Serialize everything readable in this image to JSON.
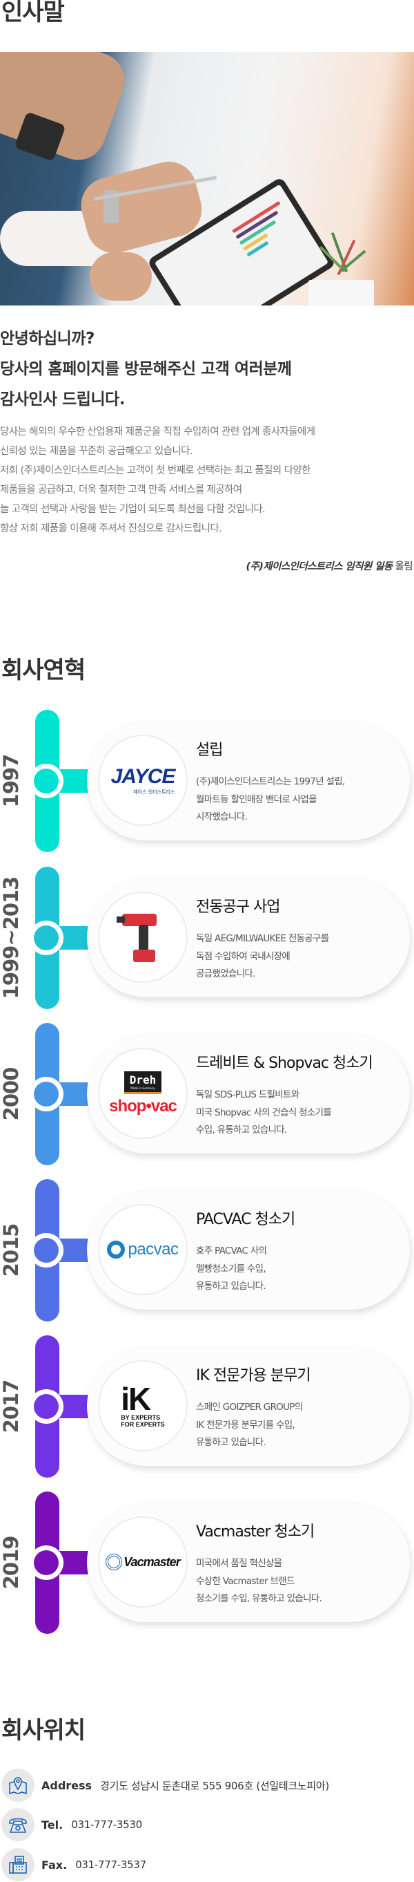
{
  "greeting": {
    "title": "인사말",
    "heading": [
      "안녕하십니까?",
      "당사의 홈페이지를 방문해주신 고객 여러분께",
      "감사인사 드립니다."
    ],
    "paragraph": [
      "당사는 해외의 우수한 산업용재 제품군을 직접 수입하여 관련 업계 종사자들에게",
      "신뢰성 있는 제품을 꾸준히 공급해오고 있습니다.",
      "저희 (주)제이스인더스트리스는 고객이 첫 번째로 선택하는 최고 품질의 다양한",
      "제품들을 공급하고, 더욱 철저한 고객 만족 서비스를 제공하여",
      "늘 고객의 선택과 사랑을 받는 기업이 되도록 최선을 다할 것입니다.",
      "항상 저희 제품을 이용해 주셔서 진심으로 감사드립니다."
    ],
    "signature_name": "(주)제이스인더스트리스 임직원 일동",
    "signature_suffix": " 올림"
  },
  "history": {
    "title": "회사연혁",
    "items": [
      {
        "year": "1997",
        "color": "#00E3D2",
        "title": "설립",
        "desc": [
          "(주)제이스인더스트리스는 1997년 설립,",
          "월마트등 할인매장 밴더로 사업을",
          "시작했습니다."
        ],
        "logo": {
          "main": "JAYCE",
          "sub": "제이스 인더스트리스"
        }
      },
      {
        "year": "1999~2013",
        "color": "#1FC3D6",
        "title": "전동공구 사업",
        "desc": [
          "독일 AEG/MILWAUKEE 전동공구를",
          "독점 수입하여 국내시장에",
          "공급했었습니다."
        ],
        "logo": {
          "main": "",
          "sub": ""
        }
      },
      {
        "year": "2000",
        "color": "#4596E6",
        "title": "드레비트 & Shopvac 청소기",
        "desc": [
          "독일 SDS-PLUS 드릴비트와",
          "미국 Shopvac 사의 건습식 청소기를",
          "수입, 유통하고 있습니다."
        ],
        "logo": {
          "main": "Dreh",
          "sub": "Made in Germany",
          "extra": "shop•vac"
        }
      },
      {
        "year": "2015",
        "color": "#5271E6",
        "title": "PACVAC 청소기",
        "desc": [
          "호주 PACVAC 사의",
          "멜빵청소기를 수입,",
          "유통하고 있습니다."
        ],
        "logo": {
          "main": "pacvac",
          "sub": ""
        }
      },
      {
        "year": "2017",
        "color": "#7034E6",
        "title": "IK 전문가용 분무기",
        "desc": [
          "스페인 GOIZPER GROUP의",
          "IK 전문가용 분무기를 수입,",
          "유통하고 있습니다."
        ],
        "logo": {
          "main": "iK",
          "sub": "BY EXPERTS",
          "extra": "FOR EXPERTS"
        }
      },
      {
        "year": "2019",
        "color": "#7A0FB9",
        "title": "Vacmaster 청소기",
        "desc": [
          "미국에서 품질 혁신상을",
          "수상한 Vacmaster 브랜드",
          "청소기를 수입, 유통하고 있습니다."
        ],
        "logo": {
          "main": "Vacmaster",
          "sub": ""
        }
      }
    ]
  },
  "location": {
    "title": "회사위치",
    "address_label": "Address",
    "address": "경기도 성남시 둔촌대로 555  906호 (선일테크노피아)",
    "tel_label": "Tel.",
    "tel": "031-777-3530",
    "fax_label": "Fax.",
    "fax": "031-777-3537"
  }
}
